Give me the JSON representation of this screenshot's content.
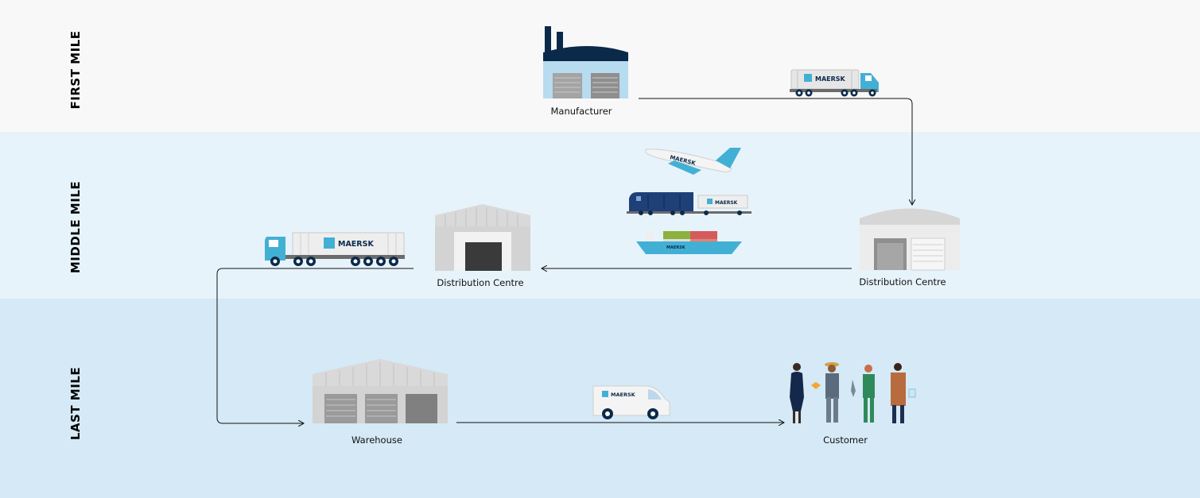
{
  "bands": {
    "first": "FIRST MILE",
    "middle": "MIDDLE MILE",
    "last": "LAST MILE"
  },
  "nodes": {
    "manufacturer": "Manufacturer",
    "distribution_right": "Distribution Centre",
    "distribution_left": "Distribution Centre",
    "warehouse": "Warehouse",
    "customer": "Customer"
  },
  "brand": {
    "name": "MAERSK",
    "color": "#42b0d5",
    "navy": "#0b2a4a"
  },
  "icons": [
    "factory-icon",
    "truck-icon",
    "plane-icon",
    "train-icon",
    "ship-icon",
    "warehouse-icon",
    "van-icon",
    "customers-icon"
  ]
}
